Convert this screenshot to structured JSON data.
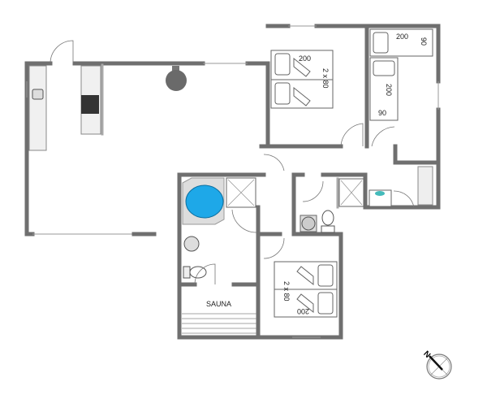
{
  "rooms": {
    "sauna": {
      "label": "SAUNA"
    },
    "bedroom1": {
      "bed_length": "200",
      "bed_size": "2 x 80"
    },
    "bedroom2": {
      "bed_a_length": "200",
      "bed_a_width": "90",
      "bed_b_length": "200",
      "bed_b_width": "90"
    },
    "bedroom3": {
      "bed_length": "200",
      "bed_size": "2 x 80"
    }
  },
  "compass": {
    "label": "N"
  },
  "colors": {
    "wall": "#6f6f6f",
    "bathtub": "#1ea8e8",
    "stove": "#333333",
    "fireplace": "#6a6a6a"
  }
}
